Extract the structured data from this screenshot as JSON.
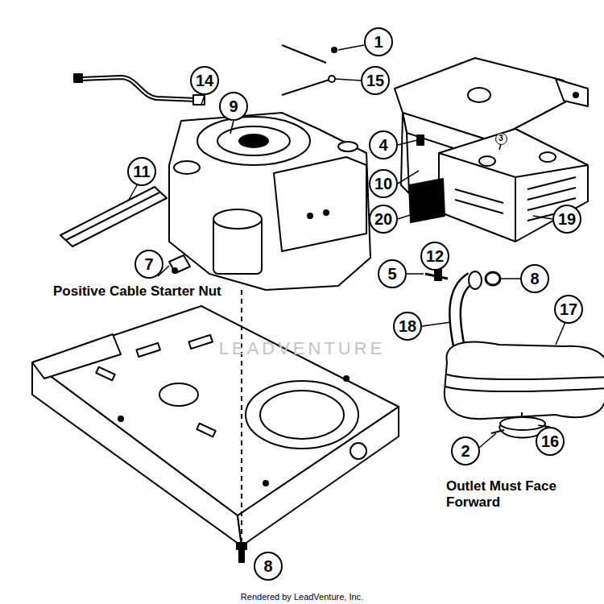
{
  "diagram": {
    "labels": [
      "1",
      "15",
      "14",
      "9",
      "11",
      "7",
      "Positive Cable Starter Nut",
      "4",
      "10",
      "3",
      "20",
      "19",
      "5",
      "12",
      "8",
      "18",
      "17",
      "2",
      "16",
      "Outlet Must Face Forward",
      "8",
      "LEADVENTURE",
      "Rendered by LeadVenture, Inc."
    ]
  }
}
